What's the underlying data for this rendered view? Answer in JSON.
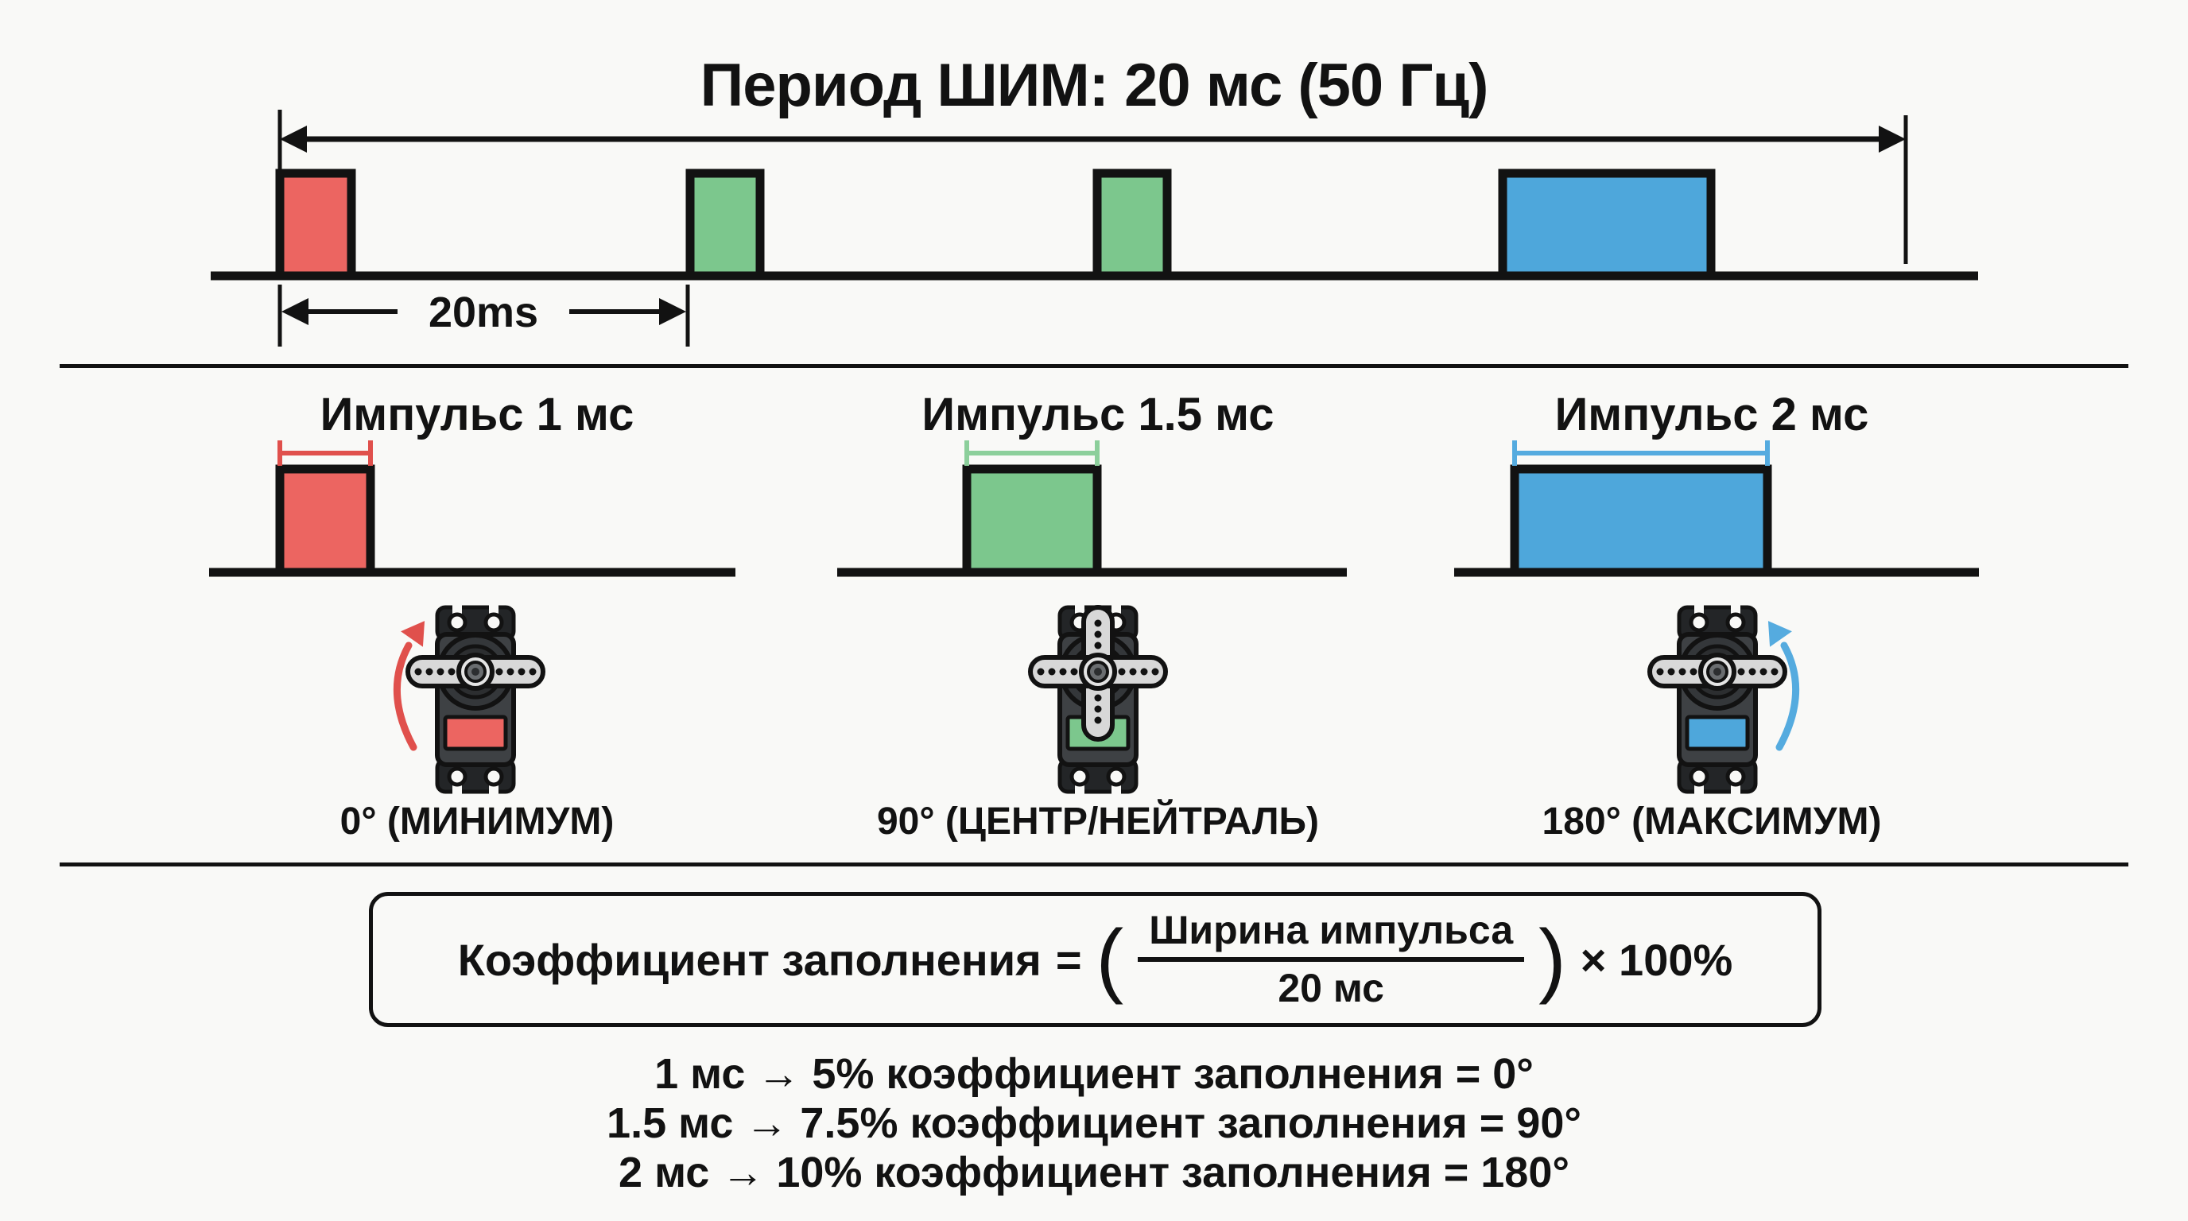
{
  "colors": {
    "background": "#f9f9f7",
    "ink": "#121212",
    "red_fill": "#ec6561",
    "red_accent": "#e0504c",
    "green_fill": "#7cc78d",
    "green_accent": "#8ccf9b",
    "blue_fill": "#4ea7db",
    "blue_accent": "#55abdf"
  },
  "top": {
    "title": "Период ШИМ: 20 мс (50 Гц)",
    "dimension_label": "20ms"
  },
  "columns": [
    {
      "title": "Импульс 1 мс",
      "angle_label": "0° (МИНИМУМ)",
      "pulse_color": "red",
      "rotation": "counterclockwise"
    },
    {
      "title": "Импульс 1.5 мс",
      "angle_label": "90° (ЦЕНТР/НЕЙТРАЛЬ)",
      "pulse_color": "green",
      "rotation": "none"
    },
    {
      "title": "Импульс 2 мс",
      "angle_label": "180° (МАКСИМУМ)",
      "pulse_color": "blue",
      "rotation": "clockwise"
    }
  ],
  "formula": {
    "lhs": "Коэффициент заполнения",
    "equals": "=",
    "open_paren": "(",
    "numerator": "Ширина импульса",
    "denominator": "20 мс",
    "close_paren": ")",
    "multiplier": "× 100%"
  },
  "mapping_lines": [
    "1 мс → 5% коэффициент заполнения = 0°",
    "1.5 мс → 7.5% коэффициент заполнения = 90°",
    "2 мс → 10% коэффициент заполнения = 180°"
  ]
}
